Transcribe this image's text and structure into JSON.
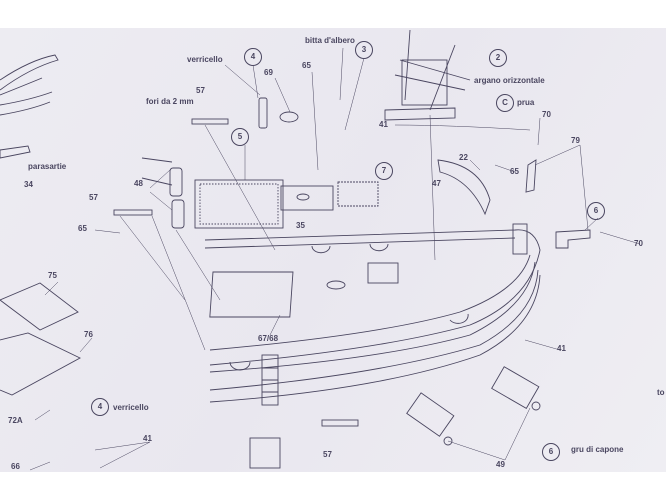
{
  "labels": {
    "verricello_top": "verricello",
    "bitta": "bitta d'albero",
    "n65a": "65",
    "n69": "69",
    "n57a": "57",
    "fori": "fori da 2 mm",
    "parasartie": "parasartie",
    "n34": "34",
    "n48": "48",
    "n57b": "57",
    "n65b": "65",
    "n35": "35",
    "argano": "argano orizzontale",
    "prua": "prua",
    "n70a": "70",
    "n41a": "41",
    "n79": "79",
    "n22": "22",
    "n65c": "65",
    "n47": "47",
    "n70b": "70",
    "n75": "75",
    "n76": "76",
    "n6768": "67/68",
    "verricello_bottom": "verricello",
    "n72a": "72A",
    "n41b": "41",
    "n66": "66",
    "n57c": "57",
    "n41c": "41",
    "gru": "gru di capone",
    "n49": "49",
    "partial_right": "to"
  },
  "callouts": {
    "c4a": "4",
    "c3": "3",
    "c5": "5",
    "c2": "2",
    "cC": "C",
    "c7": "7",
    "c6a": "6",
    "c4b": "4",
    "c6b": "6"
  }
}
